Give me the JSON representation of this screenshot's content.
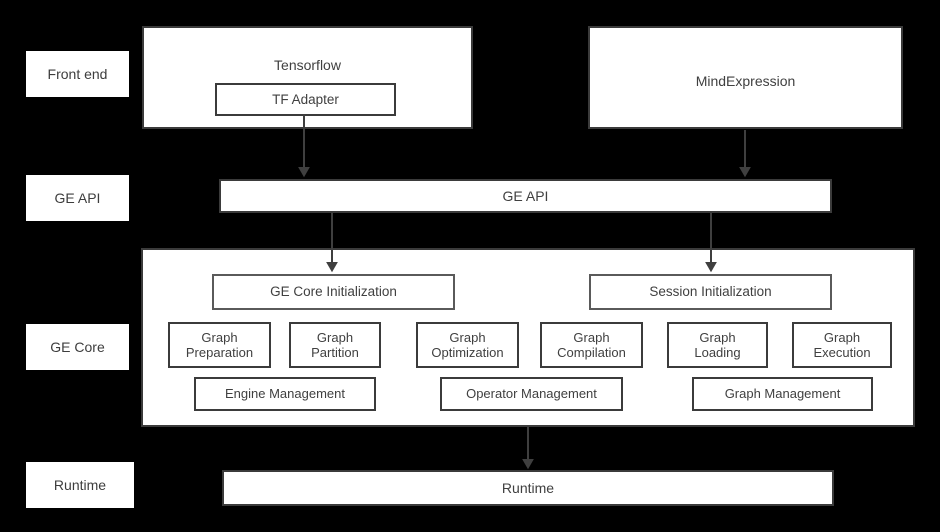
{
  "diagram": {
    "title": "GE architecture layered diagram",
    "background_color": "#000000",
    "box_fill": "#ffffff",
    "box_stroke": "#3b3b3b",
    "text_color": "#404040"
  },
  "stage_labels": [
    {
      "label": "Front end"
    },
    {
      "label": "GE API"
    },
    {
      "label": "GE Core"
    },
    {
      "label": "Runtime"
    }
  ],
  "frontend": {
    "tensorflow": {
      "title": "Tensorflow",
      "adapter": "TF Adapter"
    },
    "mindexpression": {
      "title": "MindExpression"
    }
  },
  "ge_api": {
    "label": "GE API"
  },
  "ge_core": {
    "initializers": [
      {
        "label": "GE Core Initialization"
      },
      {
        "label": "Session Initialization"
      }
    ],
    "modules": [
      {
        "label": "Graph\nPreparation"
      },
      {
        "label": "Graph\nPartition"
      },
      {
        "label": "Graph\nOptimization"
      },
      {
        "label": "Graph\nCompilation"
      },
      {
        "label": "Graph\nLoading"
      },
      {
        "label": "Graph\nExecution"
      }
    ],
    "managers": [
      {
        "label": "Engine Management"
      },
      {
        "label": "Operator Management"
      },
      {
        "label": "Graph Management"
      }
    ]
  },
  "runtime": {
    "label": "Runtime"
  },
  "connectors": [
    {
      "name": "tf-adapter-to-ge-api",
      "from": "TF Adapter",
      "to": "GE API"
    },
    {
      "name": "mindexpression-to-ge-api",
      "from": "MindExpression",
      "to": "GE API"
    },
    {
      "name": "ge-api-to-ge-core-initialization",
      "from": "GE API",
      "to": "GE Core Initialization"
    },
    {
      "name": "ge-api-to-session-initialization",
      "from": "GE API",
      "to": "Session Initialization"
    },
    {
      "name": "ge-core-to-runtime",
      "from": "GE Core",
      "to": "Runtime"
    }
  ]
}
